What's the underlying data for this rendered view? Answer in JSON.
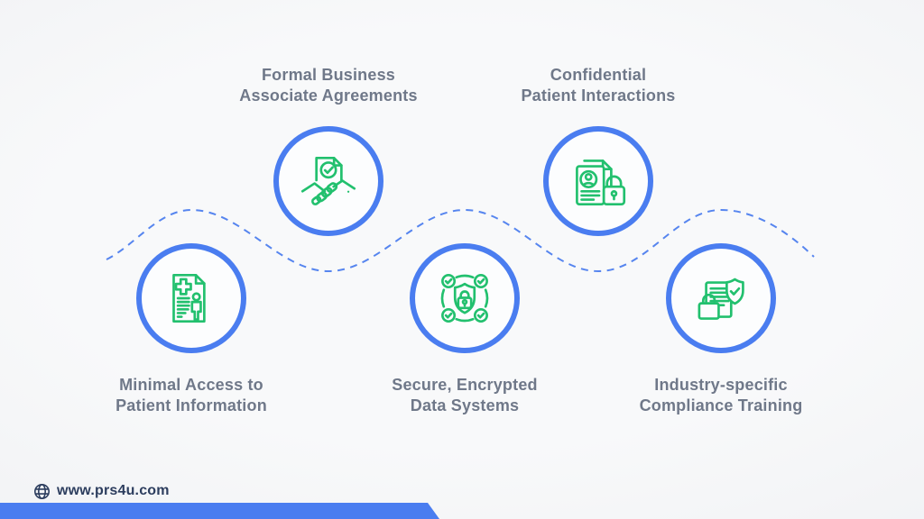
{
  "infographic": {
    "topic": "privacy-compliance-steps",
    "items": [
      {
        "id": "formal-business-agreements",
        "line1": "Formal Business",
        "line2": "Associate Agreements",
        "icon": "document-check-handshake-icon",
        "row": "top"
      },
      {
        "id": "confidential-patient-interactions",
        "line1": "Confidential",
        "line2": "Patient Interactions",
        "icon": "patient-file-lock-icon",
        "row": "top"
      },
      {
        "id": "minimal-access",
        "line1": "Minimal Access to",
        "line2": "Patient Information",
        "icon": "medical-record-person-icon",
        "row": "bottom"
      },
      {
        "id": "secure-encrypted-systems",
        "line1": "Secure, Encrypted",
        "line2": "Data Systems",
        "icon": "shield-lock-checkmarks-icon",
        "row": "bottom"
      },
      {
        "id": "compliance-training",
        "line1": "Industry-specific",
        "line2": "Compliance Training",
        "icon": "document-shield-lock-icon",
        "row": "bottom"
      }
    ],
    "colors": {
      "circle_border_blue": "#4a7df0",
      "icon_green": "#22c06e",
      "label_gray": "#6f7889",
      "footer_navy": "#2c3d5e",
      "footer_bar_blue": "#4a7df0",
      "background": "#f5f6f8"
    }
  },
  "footer": {
    "website": "www.prs4u.com",
    "icon": "globe-icon"
  }
}
